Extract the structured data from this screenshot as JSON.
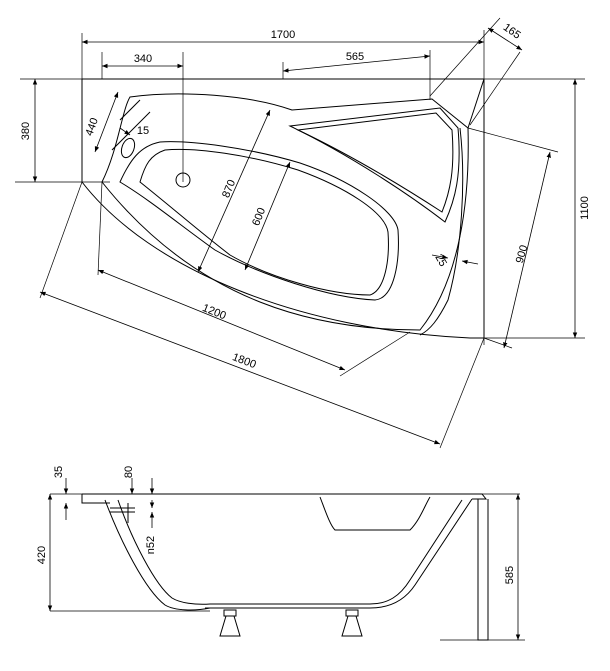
{
  "plan": {
    "dim_overall_length": "1700",
    "dim_drain_offset": "340",
    "dim_inner_length": "565",
    "dim_corner_width": "165",
    "dim_drain_depth": "380",
    "dim_left_edge": "440",
    "dim_drain_radius": "15",
    "dim_basin_width": "870",
    "dim_bottom_width": "600",
    "dim_right_radius": "25",
    "dim_overall_width": "1100",
    "dim_right_side": "900",
    "dim_inner_diagonal": "1200",
    "dim_outer_diagonal": "1800"
  },
  "section": {
    "dim_rim_thickness": "35",
    "dim_overflow_offset": "80",
    "dim_overflow_label": "n52",
    "dim_inner_height": "420",
    "dim_total_height": "585"
  }
}
